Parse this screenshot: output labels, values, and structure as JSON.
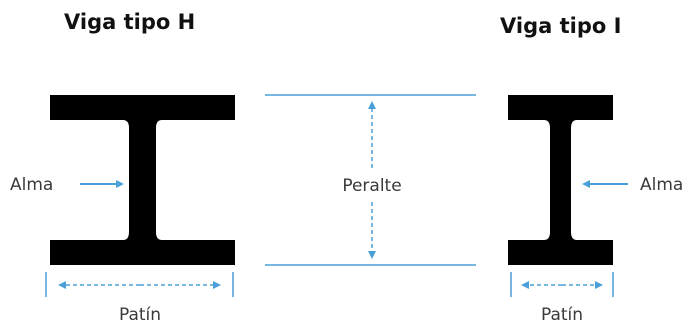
{
  "titles": {
    "h_beam": "Viga tipo H",
    "i_beam": "Viga tipo I"
  },
  "labels": {
    "alma_left": "Alma",
    "alma_right": "Alma",
    "peralte": "Peralte",
    "patin_left": "Patín",
    "patin_right": "Patín"
  },
  "colors": {
    "beam": "#000000",
    "dimension": "#4a9fd8",
    "text": "#3a3a3a"
  }
}
